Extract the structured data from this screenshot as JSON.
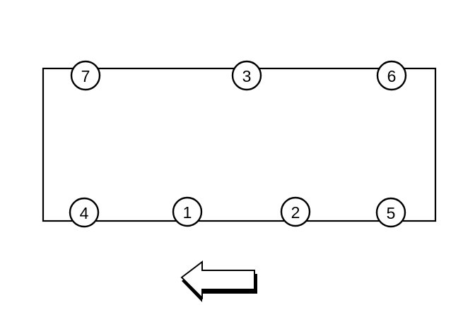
{
  "bolts": [
    {
      "id": "top-left",
      "label": "7"
    },
    {
      "id": "top-center",
      "label": "3"
    },
    {
      "id": "top-right",
      "label": "6"
    },
    {
      "id": "bottom-1",
      "label": "4"
    },
    {
      "id": "bottom-2",
      "label": "1"
    },
    {
      "id": "bottom-3",
      "label": "2"
    },
    {
      "id": "bottom-4",
      "label": "5"
    }
  ],
  "arrow": {
    "direction": "left",
    "icon": "left-arrow-icon"
  },
  "colors": {
    "stroke": "#000000",
    "fill": "#ffffff",
    "arrow_shadow": "#000000"
  }
}
